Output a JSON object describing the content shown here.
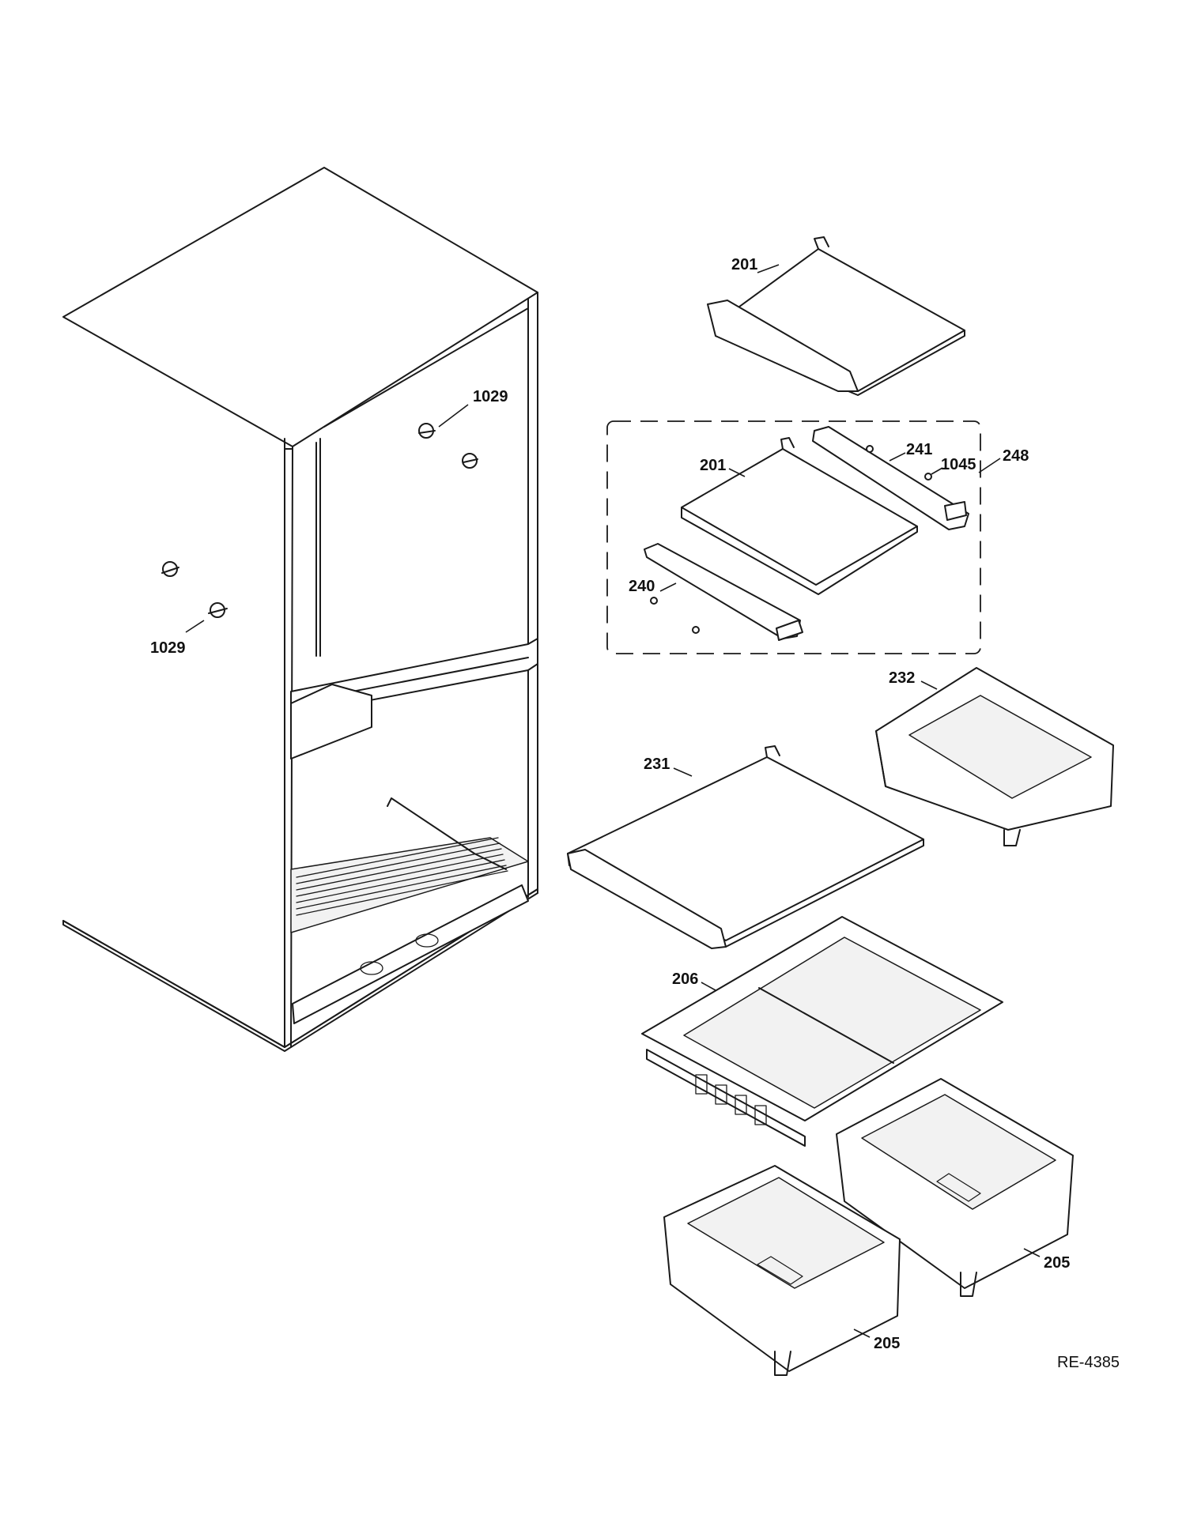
{
  "labels": {
    "p201_top": "201",
    "p1029_upper": "1029",
    "p241": "241",
    "p1045": "1045",
    "p248": "248",
    "p201_kit": "201",
    "p240": "240",
    "p1029_lower": "1029",
    "p232": "232",
    "p231": "231",
    "p206": "206",
    "p205_right": "205",
    "p205_left": "205"
  },
  "drawing_code": "RE-4385"
}
